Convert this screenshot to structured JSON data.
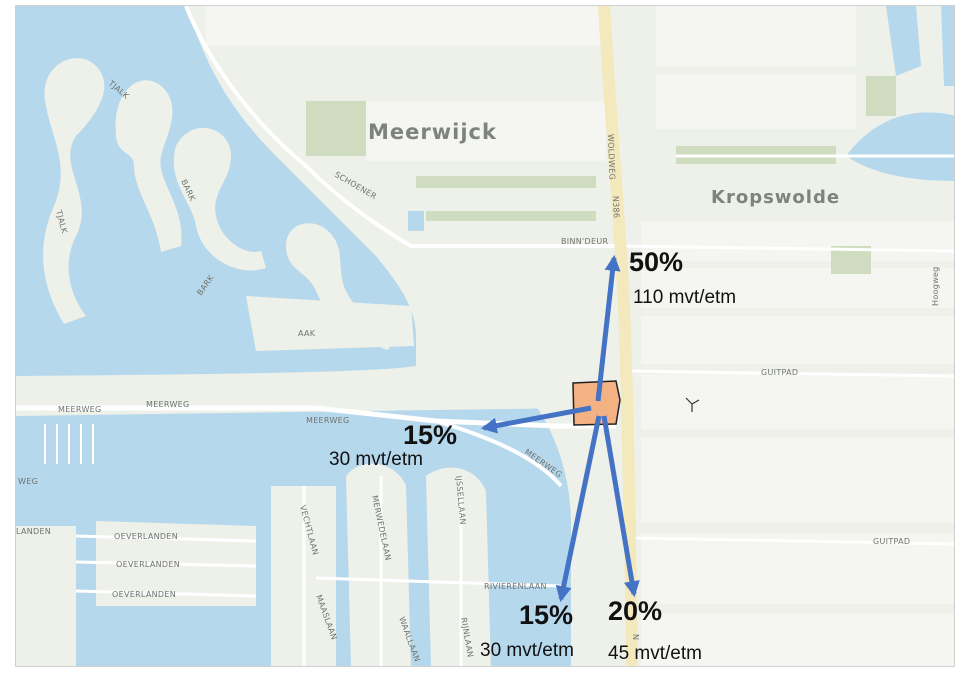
{
  "colors": {
    "water": "#b6d8ec",
    "land": "#eef0ea",
    "field": "#f5f5f2",
    "green": "#cfdcc0",
    "road": "#ffffff",
    "main_road": "#f3e9bd",
    "arrow": "#4472c4",
    "origin": "#f4b183",
    "text": "#111111"
  },
  "places": [
    {
      "name": "Meerwijck"
    },
    {
      "name": "Kropswolde"
    }
  ],
  "streets": [
    {
      "name": "TJALK"
    },
    {
      "name": "TJALK"
    },
    {
      "name": "BARK"
    },
    {
      "name": "BARK"
    },
    {
      "name": "SCHOENER"
    },
    {
      "name": "AAK"
    },
    {
      "name": "MEERWEG"
    },
    {
      "name": "MEERWEG"
    },
    {
      "name": "MEERWEG"
    },
    {
      "name": "MEERWEG"
    },
    {
      "name": "WEG"
    },
    {
      "name": "WOLDWEG"
    },
    {
      "name": "N386"
    },
    {
      "name": "BINN'DEUR"
    },
    {
      "name": "GUITPAD"
    },
    {
      "name": "GUITPAD"
    },
    {
      "name": "Hoogweg"
    },
    {
      "name": "LANDEN"
    },
    {
      "name": "OEVERLANDEN"
    },
    {
      "name": "OEVERLANDEN"
    },
    {
      "name": "OEVERLANDEN"
    },
    {
      "name": "VECHTLAAN"
    },
    {
      "name": "MERWEDELAAN"
    },
    {
      "name": "IJSSELLAAN"
    },
    {
      "name": "MAASLAAN"
    },
    {
      "name": "WAALLAAN"
    },
    {
      "name": "RIVIERENLAAN"
    },
    {
      "name": "RIJNLAAN"
    },
    {
      "name": "N"
    }
  ],
  "flows": [
    {
      "direction": "north",
      "percent": "50%",
      "volume": "110 mvt/etm"
    },
    {
      "direction": "west",
      "percent": "15%",
      "volume": "30 mvt/etm"
    },
    {
      "direction": "south-west",
      "percent": "15%",
      "volume": "30 mvt/etm"
    },
    {
      "direction": "south",
      "percent": "20%",
      "volume": "45 mvt/etm"
    }
  ]
}
